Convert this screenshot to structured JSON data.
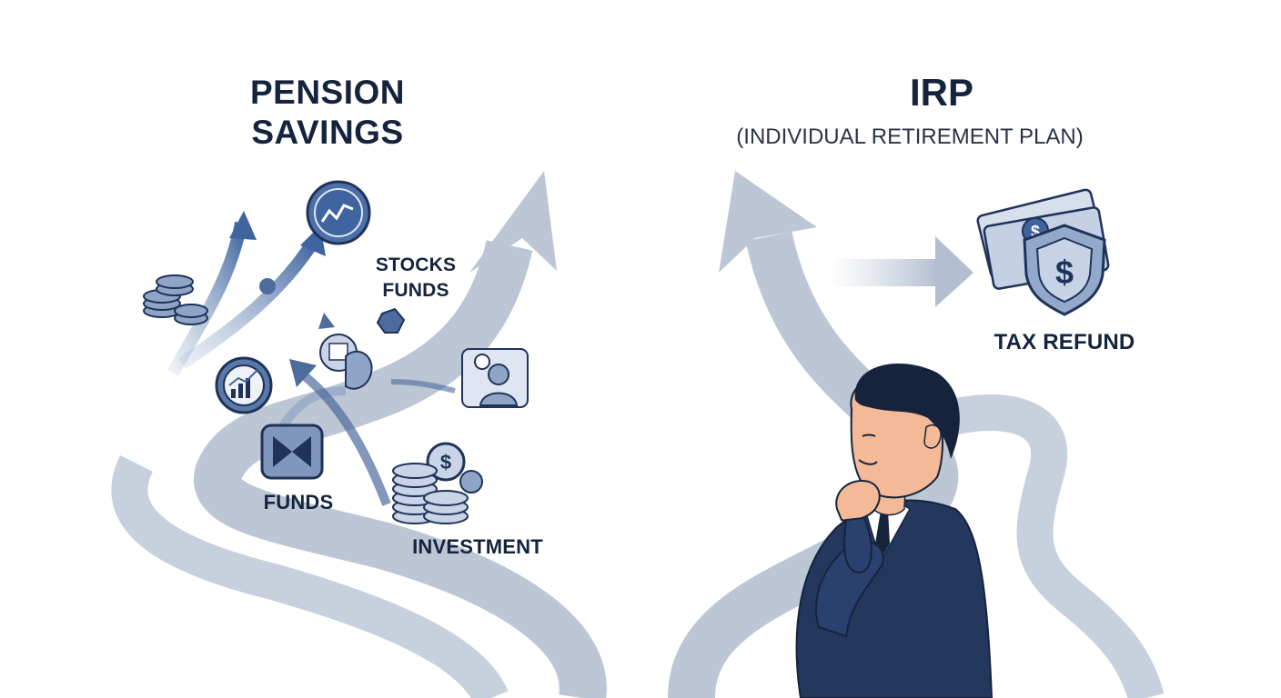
{
  "left_panel": {
    "title_line1": "PENSION",
    "title_line2": "SAVINGS",
    "stocks_label": "STOCKS",
    "funds_inline_label": "FUNDS",
    "funds_label": "FUNDS",
    "investment_label": "INVESTMENT"
  },
  "right_panel": {
    "title": "IRP",
    "subtitle": "(INDIVIDUAL RETIREMENT PLAN)",
    "tax_refund_label": "TAX REFUND"
  },
  "icons": [
    "coin-stack-icon",
    "growth-chart-circle-icon",
    "gear-chart-icon",
    "butterfly-fund-icon",
    "document-piggy-icon",
    "person-gear-icon",
    "dollar-coin-stack-icon",
    "money-shield-icon"
  ],
  "colors": {
    "path": "#bcc6d4",
    "arrow": "#4d6b9c",
    "icon_fill": "#7f97bd",
    "navy": "#1f3358",
    "text": "#15233d"
  }
}
